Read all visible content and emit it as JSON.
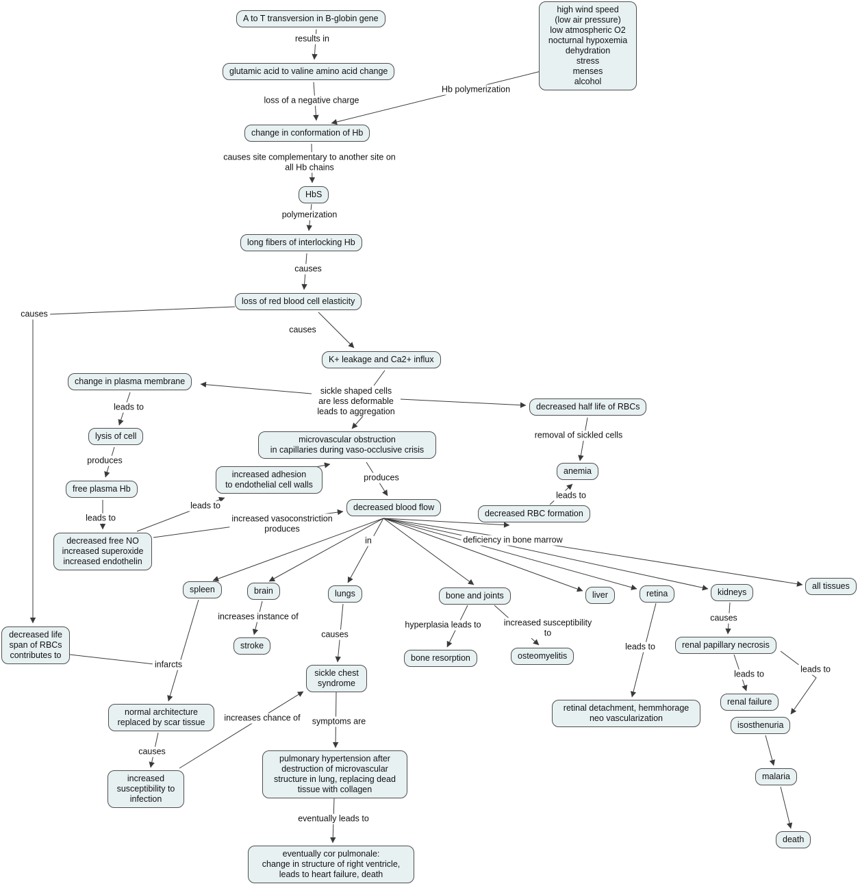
{
  "colors": {
    "node_fill": "#e8f1f2",
    "node_border": "#4d4d4d",
    "edge_color": "#3a3a3a"
  },
  "nodes": {
    "transversion": "A to T transversion in B-globin gene",
    "triggers": "high wind speed\n(low air pressure)\nlow atmospheric O2\nnocturnal hypoxemia\ndehydration\nstress\nmenses\nalcohol",
    "glu_val": "glutamic acid to valine amino acid change",
    "conformation": "change in conformation of Hb",
    "hbs": "HbS",
    "fibers": "long fibers of interlocking Hb",
    "elasticity": "loss of red blood cell elasticity",
    "k_flux": "K+ leakage and Ca2+ influx",
    "plasma_membrane": "change in plasma membrane",
    "half_life": "decreased half life of RBCs",
    "lysis": "lysis of cell",
    "microvascular": "microvascular obstruction\nin capillaries during vaso-occlusive crisis",
    "adhesion": "increased adhesion\nto endothelial cell walls",
    "anemia": "anemia",
    "free_hb": "free plasma Hb",
    "blood_flow": "decreased blood flow",
    "rbc_formation": "decreased RBC formation",
    "no_superoxide": "decreased free NO\nincreased superoxide\nincreased endothelin",
    "spleen": "spleen",
    "brain": "brain",
    "lungs": "lungs",
    "bone_joints": "bone and joints",
    "liver": "liver",
    "retina": "retina",
    "kidneys": "kidneys",
    "all_tissues": "all tissues",
    "lifespan": "decreased life\nspan of RBCs\ncontributes to",
    "stroke": "stroke",
    "bone_resorption": "bone resorption",
    "osteomyelitis": "osteomyelitis",
    "renal_necrosis": "renal papillary necrosis",
    "chest": "sickle chest\nsyndrome",
    "scar": "normal architecture\nreplaced by scar tissue",
    "renal_failure": "renal failure",
    "isosthenuria": "isosthenuria",
    "retinal_detach": "retinal detachment, hemmhorage\nneo vascularization",
    "infection": "increased\nsusceptibility to\ninfection",
    "pulm_htn": "pulmonary hypertension after\ndestruction of microvascular\nstructure in lung, replacing dead\ntissue with collagen",
    "malaria": "malaria",
    "death": "death",
    "cor_pulmonale": "eventually cor pulmonale:\nchange in structure of right ventricle,\nleads to heart failure, death"
  },
  "labels": {
    "results_in": "results in",
    "hb_polymerization": "Hb polymerization",
    "loss_negative_charge": "loss of a negative charge",
    "complementary_site": "causes site complementary to another site on\nall Hb chains",
    "polymerization": "polymerization",
    "causes_fibers": "causes",
    "causes_left": "causes",
    "causes_k": "causes",
    "sickle_shaped": "sickle shaped cells\nare less deformable\nleads to aggregation",
    "leads_to_lysis": "leads to",
    "removal_sickled": "removal of sickled cells",
    "produces_free_hb": "produces",
    "produces_blood_flow": "produces",
    "leads_to_anemia": "leads to",
    "leads_to_adhesion": "leads to",
    "leads_to_no": "leads to",
    "vasoconstriction": "increased vasoconstriction\nproduces",
    "in": "in",
    "deficiency": "deficiency in bone marrow",
    "increases_instance": "increases instance of",
    "hyperplasia": "hyperplasia leads to",
    "susceptibility_to": "increased susceptibility\nto",
    "causes_chest": "causes",
    "leads_to_retinal": "leads to",
    "causes_necrosis": "causes",
    "leads_to_failure": "leads to",
    "leads_to_iso": "leads to",
    "infarcts": "infarcts",
    "increases_chance": "increases chance of",
    "symptoms_are": "symptoms are",
    "causes_infection": "causes",
    "eventually_leads": "eventually leads to"
  }
}
